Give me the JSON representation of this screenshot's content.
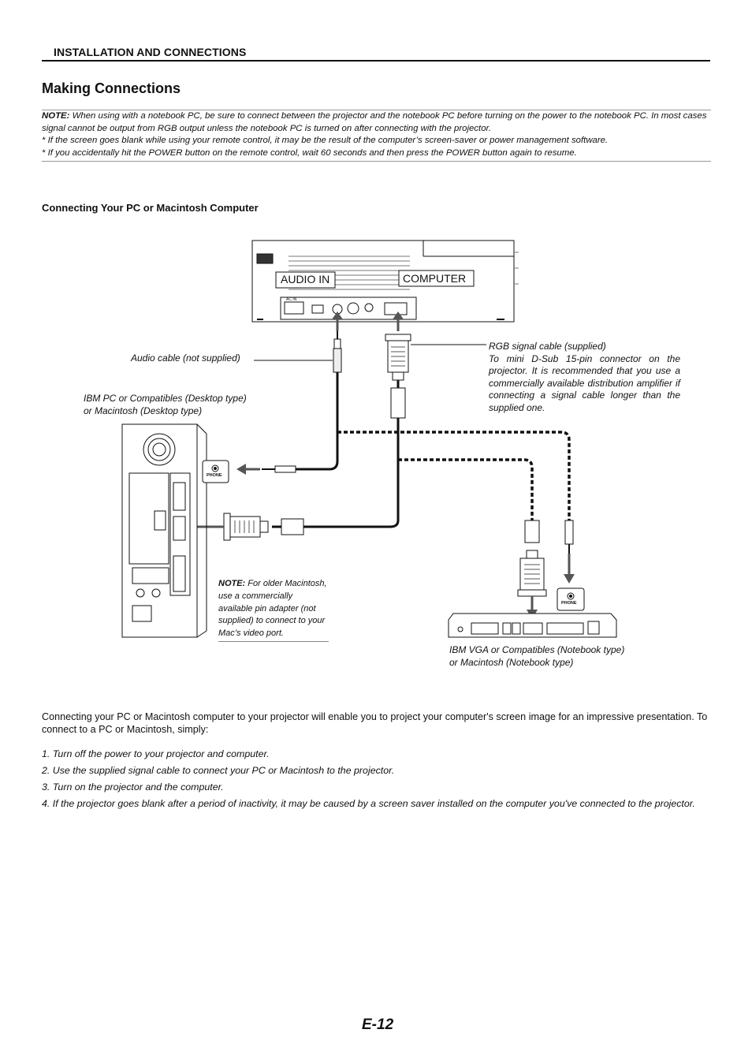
{
  "header": {
    "section": "INSTALLATION AND CONNECTIONS",
    "title": "Making Connections"
  },
  "note": {
    "label": "NOTE:",
    "text": "When using with a notebook PC, be sure to connect between the projector and the notebook PC before turning on the power to the notebook PC. In most cases signal cannot be output from RGB output unless the notebook PC is turned on after connecting with the projector.",
    "bullets": [
      "* If the screen goes blank while using your remote control, it may be the result of the computer’s screen-saver or power management software.",
      "* If you accidentally hit the POWER button on the remote control, wait 60 seconds and then press the POWER button again to resume."
    ]
  },
  "subheading": "Connecting Your PC or Macintosh Computer",
  "diagram": {
    "audio_in_label": "AUDIO IN",
    "computer_label": "COMPUTER",
    "audio_cable": "Audio cable (not supplied)",
    "rgb_cable_title": "RGB signal cable (supplied)",
    "rgb_cable_desc": "To mini D-Sub 15-pin connector on the projector. It is recommended that you use a commercially available distribution amplifier if connecting a signal cable longer than the supplied one.",
    "desktop_line1": "IBM PC or Compatibles (Desktop type)",
    "desktop_line2": "or Macintosh (Desktop type)",
    "notebook_line1": "IBM VGA or Compatibles (Notebook type)",
    "notebook_line2": "or Macintosh (Notebook type)",
    "mac_note_label": "NOTE:",
    "mac_note_text": "For older Macintosh, use a commercially available pin adapter (not supplied) to connect to your Mac’s video port.",
    "phone_label": "PHONE",
    "ac_in": "AC IN"
  },
  "body": {
    "intro": "Connecting your PC or Macintosh computer to your projector will enable you to project your computer's screen image for an impressive presentation. To connect to a PC or Macintosh, simply:",
    "steps": [
      "1.  Turn off the power to your projector and computer.",
      "2.  Use the supplied signal cable to connect your PC or Macintosh to the projector.",
      "3.  Turn on the projector and the computer.",
      "4.  If the projector goes blank after a period of inactivity, it may be caused by a screen saver installed on the computer you've connected to the projector."
    ]
  },
  "page_number": "E-12"
}
